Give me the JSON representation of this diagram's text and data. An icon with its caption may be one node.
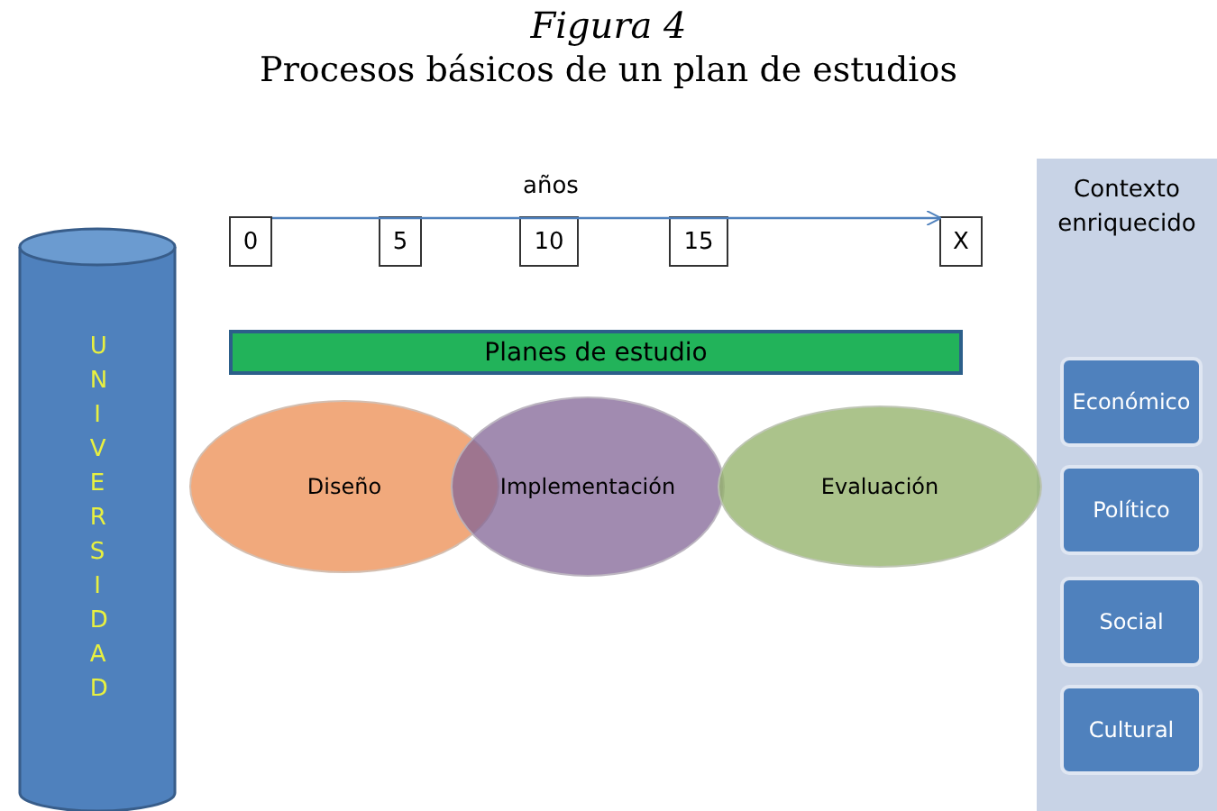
{
  "diagram": {
    "title": "Figura 4",
    "caption": "Procesos básicos de un plan de estudios",
    "nodes": [
      {
        "text": [
          "UNIVERSIDAD"
        ]
      },
      {
        "text": [
          "0"
        ]
      },
      {
        "text": [
          "5"
        ]
      },
      {
        "text": [
          "10"
        ]
      },
      {
        "text": [
          "15"
        ]
      },
      {
        "text": [
          "X"
        ]
      },
      {
        "text": [
          "Planes de estudio"
        ]
      },
      {
        "text": [
          "Diseño"
        ]
      },
      {
        "text": [
          "Implementación"
        ]
      },
      {
        "text": [
          "Evaluación"
        ]
      },
      {
        "text": [
          "Contexto enriquecido"
        ]
      },
      {
        "text": [
          "Económico"
        ],
        "in": 10
      },
      {
        "text": [
          "Político"
        ],
        "in": 10
      },
      {
        "text": [
          "Social"
        ],
        "in": 10
      },
      {
        "text": [
          "Cultural"
        ],
        "in": 10
      }
    ],
    "edges": [
      {
        "from": 1,
        "to": 5,
        "arrow": "to"
      }
    ],
    "labels": [
      "años"
    ]
  }
}
